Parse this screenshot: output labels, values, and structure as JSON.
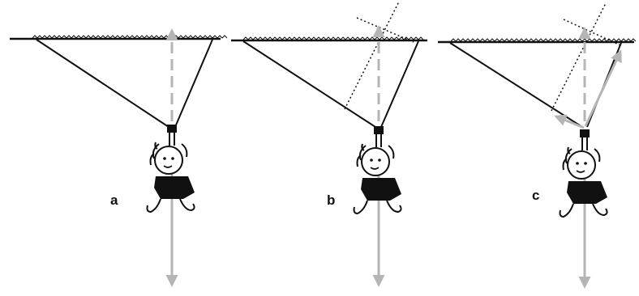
{
  "figure": {
    "panels": [
      {
        "id": "a",
        "label": "a",
        "show_projections": false,
        "show_components": false
      },
      {
        "id": "b",
        "label": "b",
        "show_projections": true,
        "show_components": false
      },
      {
        "id": "c",
        "label": "c",
        "show_projections": true,
        "show_components": true
      }
    ],
    "colors": {
      "ink": "#111111",
      "vector": "#b5b5b5",
      "background": "#ffffff"
    }
  }
}
